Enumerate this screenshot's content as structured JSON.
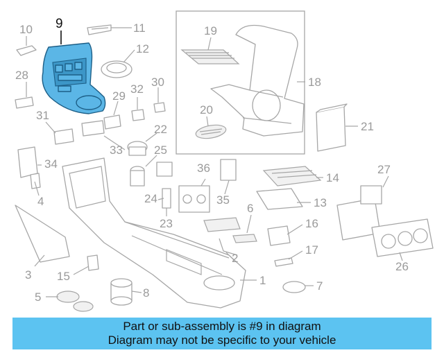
{
  "caption": {
    "line1": "Part or sub-assembly is #9 in diagram",
    "line2": "Diagram may not be specific to your vehicle"
  },
  "highlight": {
    "part_number": "9",
    "color": "#5bb6e6",
    "banner_color": "#5cc3f1"
  },
  "labels": {
    "l1": "1",
    "l2": "2",
    "l3": "3",
    "l4": "4",
    "l5": "5",
    "l6": "6",
    "l7": "7",
    "l8": "8",
    "l9": "9",
    "l10": "10",
    "l11": "11",
    "l12": "12",
    "l13": "13",
    "l14": "14",
    "l15": "15",
    "l16": "16",
    "l17": "17",
    "l18": "18",
    "l19": "19",
    "l20": "20",
    "l21": "21",
    "l22": "22",
    "l23": "23",
    "l24": "24",
    "l25": "25",
    "l26": "26",
    "l27": "27",
    "l28": "28",
    "l29": "29",
    "l30": "30",
    "l31": "31",
    "l32": "32",
    "l33": "33",
    "l34": "34",
    "l35": "35",
    "l36": "36"
  }
}
